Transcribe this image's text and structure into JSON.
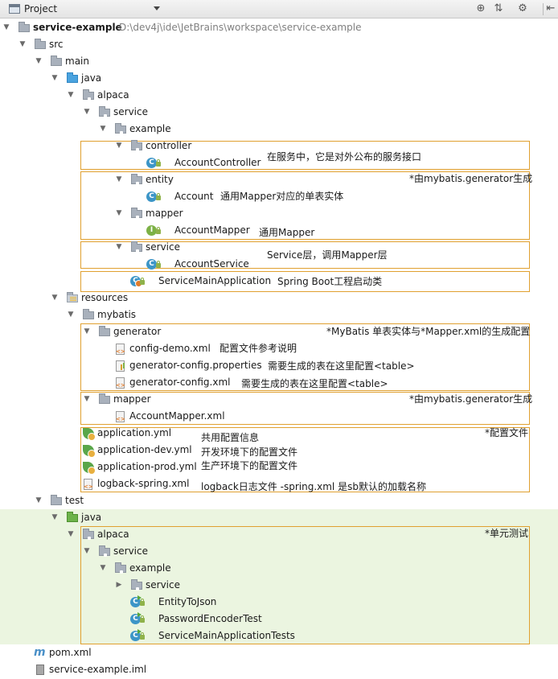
{
  "header": {
    "title": "Project"
  },
  "tree": {
    "root": {
      "label": "service-example",
      "path": "D:\\dev4j\\ide\\JetBrains\\workspace\\service-example"
    },
    "src": "src",
    "main": "main",
    "main_java": "java",
    "alpaca": "alpaca",
    "service": "service",
    "example": "example",
    "controller": "controller",
    "account_controller": "AccountController",
    "entity": "entity",
    "account": "Account",
    "mapper": "mapper",
    "account_mapper": "AccountMapper",
    "service_pkg": "service",
    "account_service": "AccountService",
    "service_main_app": "ServiceMainApplication",
    "resources": "resources",
    "mybatis": "mybatis",
    "generator": "generator",
    "config_demo": "config-demo.xml",
    "gen_props": "generator-config.properties",
    "gen_xml": "generator-config.xml",
    "res_mapper": "mapper",
    "account_mapper_xml": "AccountMapper.xml",
    "app_yml": "application.yml",
    "app_dev_yml": "application-dev.yml",
    "app_prod_yml": "application-prod.yml",
    "logback": "logback-spring.xml",
    "test": "test",
    "test_java": "java",
    "test_alpaca": "alpaca",
    "test_service": "service",
    "test_example": "example",
    "test_service_pkg": "service",
    "entity_to_json": "EntityToJson",
    "password_encoder_test": "PasswordEncoderTest",
    "service_main_tests": "ServiceMainApplicationTests",
    "pom": "pom.xml",
    "iml": "service-example.iml"
  },
  "notes": {
    "controller": "在服务中，它是对外公布的服务接口",
    "mybatis_gen_1": "*由mybatis.generator生成",
    "entity": "通用Mapper对应的单表实体",
    "mapper": "通用Mapper",
    "service": "Service层，调用Mapper层",
    "boot": "Spring Boot工程启动类",
    "gen_desc": "*MyBatis 单表实体与*Mapper.xml的生成配置",
    "config_demo": "配置文件参考说明",
    "gen_props": "需要生成的表在这里配置<table>",
    "gen_xml": "需要生成的表在这里配置<table>",
    "mybatis_gen_2": "*由mybatis.generator生成",
    "config_files": "*配置文件",
    "app_yml": "共用配置信息",
    "app_dev": "开发环境下的配置文件",
    "app_prod": "生产环境下的配置文件",
    "logback": "logback日志文件 -spring.xml 是sb默认的加载名称",
    "unit_test": "*单元测试"
  },
  "colors": {
    "annotation_border": "#e0a030",
    "test_background": "#ebf5e0",
    "source_folder": "#4aa3df",
    "test_folder": "#6db34a"
  }
}
